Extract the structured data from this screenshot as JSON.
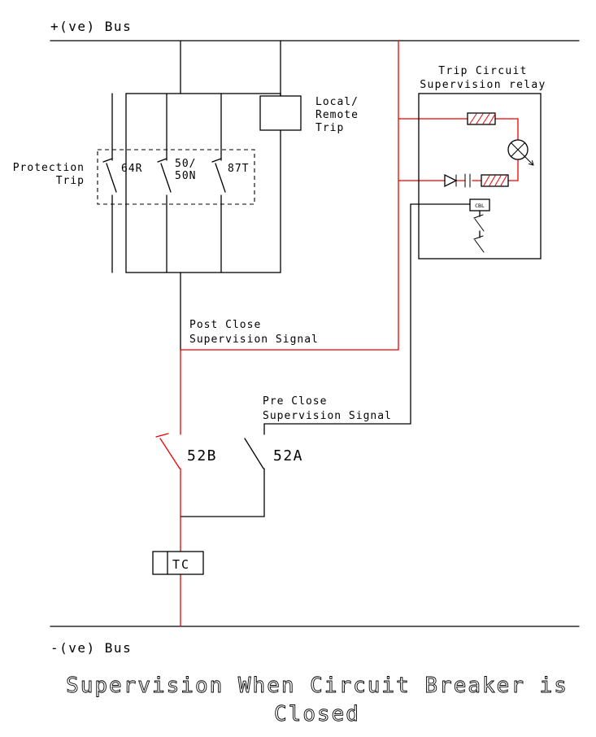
{
  "colors": {
    "background": "#ffffff",
    "wire": "#000000",
    "supervision_wire": "#ee0000"
  },
  "buses": {
    "positive_label": "+(ve) Bus",
    "negative_label": "-(ve) Bus"
  },
  "protection_trip": {
    "label_line1": "Protection",
    "label_line2": "Trip",
    "contact_64r": "64R",
    "contact_50_line1": "50/",
    "contact_50_line2": "50N",
    "contact_87t": "87T"
  },
  "local_remote_trip": {
    "label_line1": "Local/",
    "label_line2": "Remote",
    "label_line3": "Trip"
  },
  "supervision_relay": {
    "title_line1": "Trip Circuit",
    "title_line2": "Supervision relay",
    "cbl_label": "CBL"
  },
  "signals": {
    "post_close_line1": "Post Close",
    "post_close_line2": "Supervision Signal",
    "pre_close_line1": "Pre Close",
    "pre_close_line2": "Supervision Signal"
  },
  "breaker": {
    "contact_52b": "52B",
    "contact_52a": "52A",
    "trip_coil": "TC"
  },
  "title": {
    "line1": "Supervision When Circuit Breaker is",
    "line2": "Closed"
  }
}
